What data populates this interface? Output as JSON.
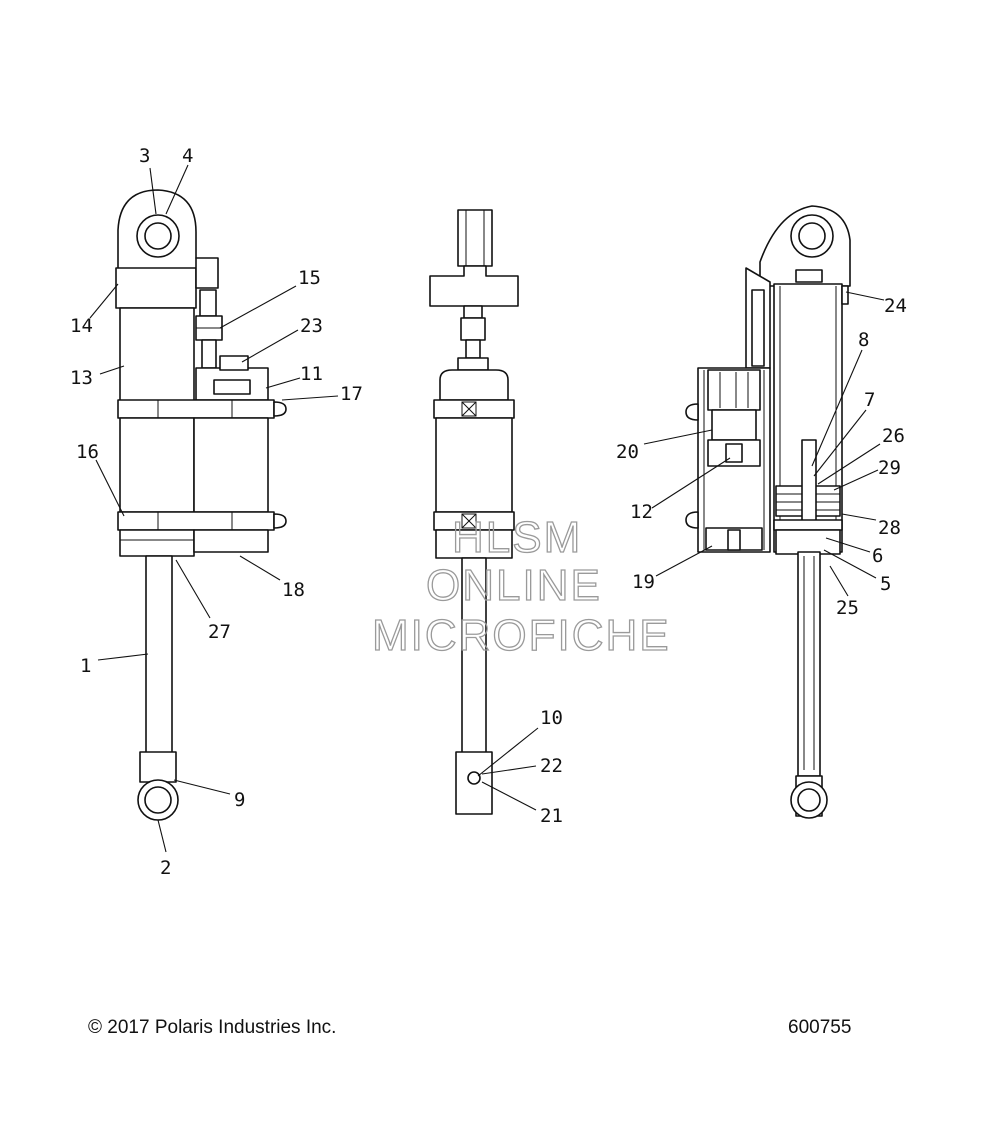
{
  "watermark": {
    "line1": "HLSM",
    "line2": "ONLINE",
    "line3": "MICROFICHE"
  },
  "callouts": {
    "c1": "1",
    "c2": "2",
    "c3": "3",
    "c4": "4",
    "c5": "5",
    "c6": "6",
    "c7": "7",
    "c8": "8",
    "c9": "9",
    "c10": "10",
    "c11": "11",
    "c12": "12",
    "c13": "13",
    "c14": "14",
    "c15": "15",
    "c16": "16",
    "c17": "17",
    "c18": "18",
    "c19": "19",
    "c20": "20",
    "c21": "21",
    "c22": "22",
    "c23": "23",
    "c24": "24",
    "c25": "25",
    "c26": "26",
    "c27": "27",
    "c28": "28",
    "c29": "29"
  },
  "footer": {
    "copyright": "© 2017 Polaris Industries Inc.",
    "diagram_id": "600755"
  }
}
